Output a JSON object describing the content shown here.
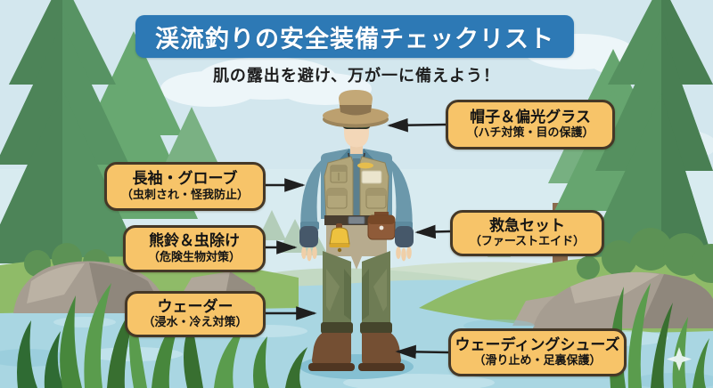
{
  "header": {
    "title": "渓流釣りの安全装備チェックリスト",
    "subtitle": "肌の露出を避け、万が一に備えよう！"
  },
  "callouts": {
    "hat": {
      "label": "帽子＆偏光グラス",
      "note": "（ハチ対策・目の保護）"
    },
    "long_sleeves": {
      "label": "長袖・グローブ",
      "note": "（虫刺され・怪我防止）"
    },
    "bear_bell": {
      "label": "熊鈴＆虫除け",
      "note": "（危険生物対策）"
    },
    "waders": {
      "label": "ウェーダー",
      "note": "（浸水・冷え対策）"
    },
    "first_aid": {
      "label": "救急セット",
      "note": "（ファーストエイド）"
    },
    "wading_shoes": {
      "label": "ウェーディングシューズ",
      "note": "（滑り止め・足裏保護）"
    }
  },
  "illustration": {
    "figure_parts": [
      "brim-hat",
      "polarized-sunglasses",
      "lanyard-cord",
      "long-sleeve-shirt",
      "fishing-vest",
      "fingerless-gloves",
      "bear-bell",
      "first-aid-pouch",
      "belt",
      "waders",
      "wading-boots"
    ],
    "scene_parts": [
      "sky",
      "clouds",
      "pine-trees",
      "river",
      "rocks",
      "grass",
      "banks",
      "sparkle"
    ]
  },
  "colors": {
    "banner_blue": "#2d79b5",
    "callout_fill": "#f7c469",
    "callout_border": "#453827",
    "arrow": "#1f1f1f",
    "sky": "#d3e7ee",
    "water": "#a9d6e2",
    "tree_green": "#579363",
    "bank_green": "#8fbb68"
  }
}
